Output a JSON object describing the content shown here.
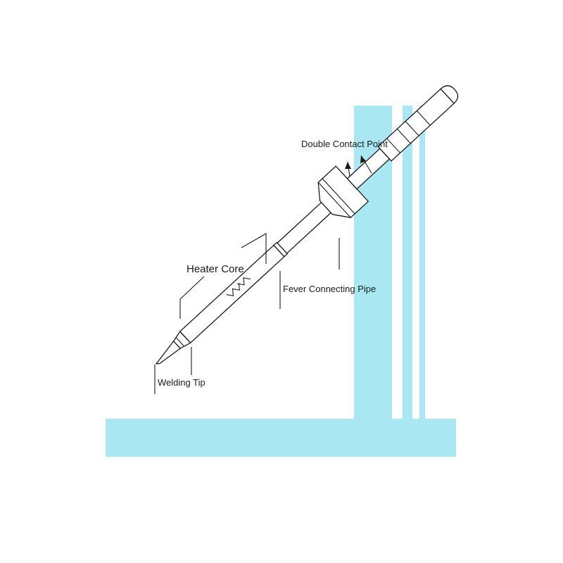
{
  "labels": {
    "double_contact_point": "Double Contact Point",
    "heater_core": "Heater Core",
    "fever_connecting_pipe": "Fever Connecting Pipe",
    "welding_tip": "Welding Tip"
  },
  "colors": {
    "stand": "#a9e8f3",
    "line": "#1a1a1a",
    "background": "#ffffff"
  }
}
